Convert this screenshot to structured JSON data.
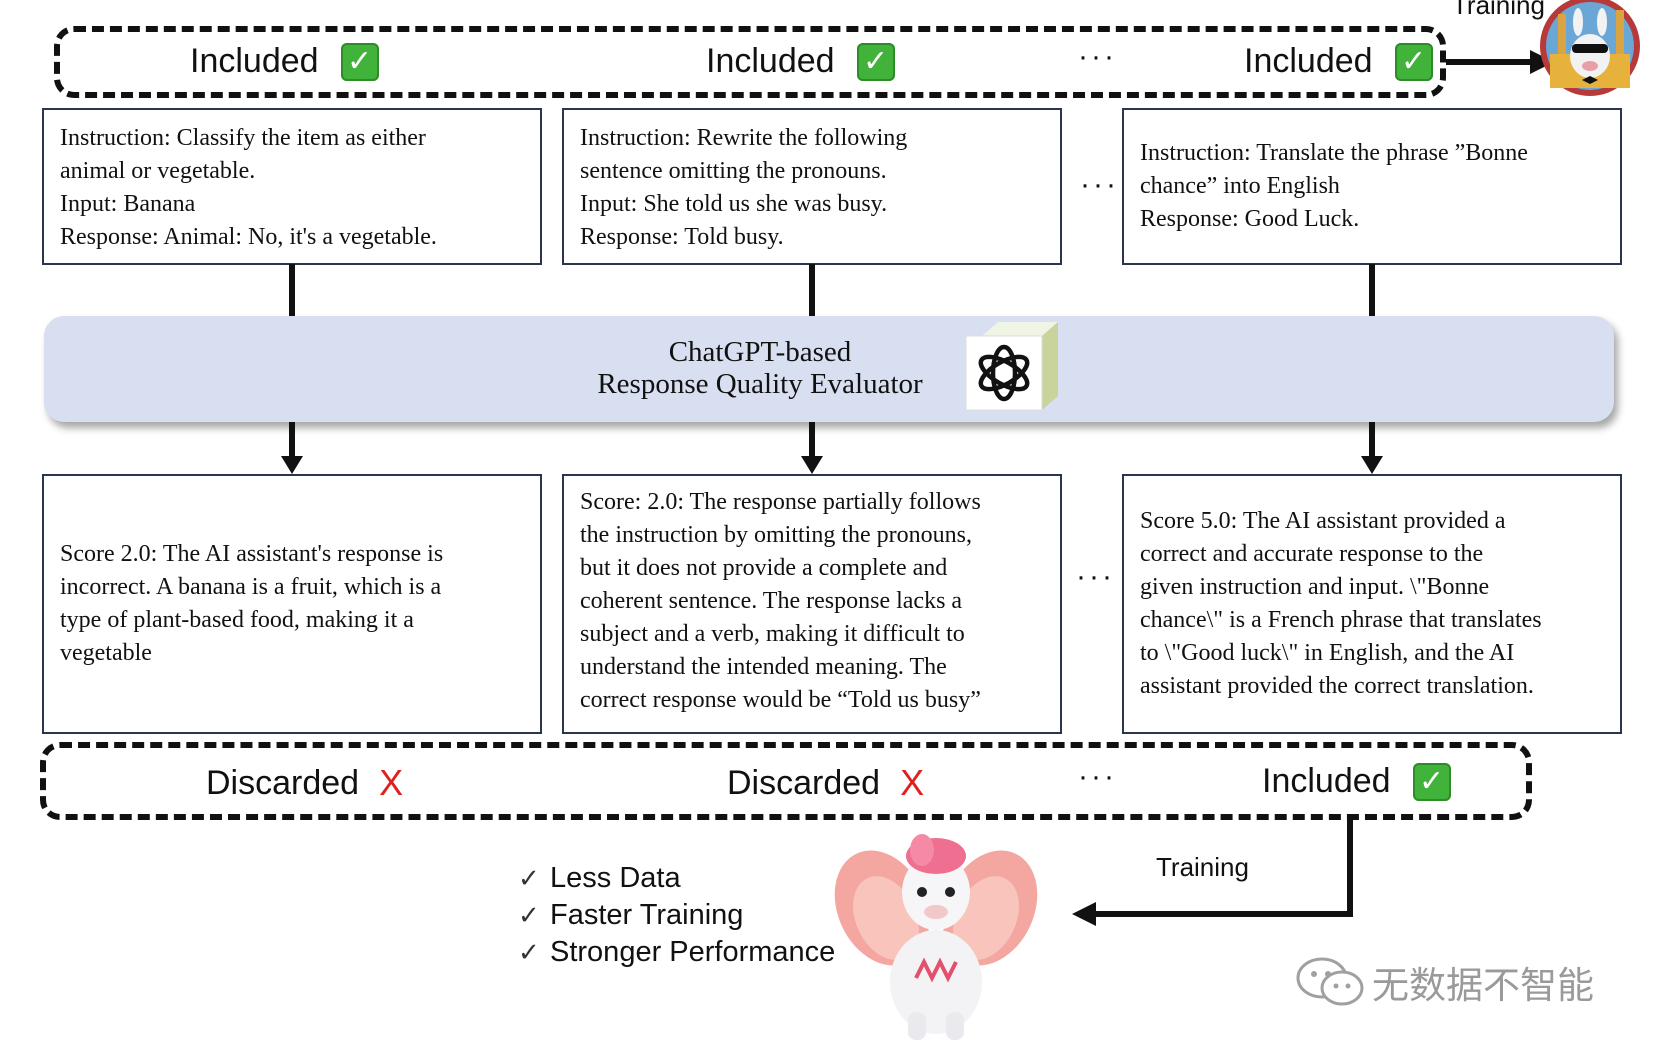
{
  "top_row": {
    "statuses": [
      {
        "label": "Included",
        "mark": "check-icon"
      },
      {
        "label": "Included",
        "mark": "check-icon"
      },
      {
        "label": "Included",
        "mark": "check-icon"
      }
    ],
    "ellipsis": "···",
    "training_label": "Training"
  },
  "examples": [
    {
      "lines": [
        "Instruction: Classify the item as either",
        "animal or vegetable.",
        "Input: Banana",
        "Response: Animal: No, it's a vegetable."
      ]
    },
    {
      "lines": [
        "Instruction: Rewrite the following",
        "sentence omitting the pronouns.",
        "Input: She told us she was busy.",
        "Response: Told busy."
      ]
    },
    {
      "lines": [
        "Instruction: Translate the phrase ”Bonne",
        "chance” into English",
        "Response: Good Luck."
      ]
    }
  ],
  "examples_ellipsis": "···",
  "evaluator": {
    "line1": "ChatGPT-based",
    "line2": "Response Quality Evaluator",
    "icon": "openai-logo-icon",
    "panel_color": "#d7dff0"
  },
  "scores": [
    {
      "lines": [
        "Score 2.0: The AI assistant's response is",
        "incorrect. A banana is a fruit, which is a",
        "type of plant-based food, making it a",
        "vegetable"
      ]
    },
    {
      "lines": [
        "Score: 2.0: The response partially follows",
        "the instruction by omitting the pronouns,",
        "but it does not provide a complete and",
        "coherent sentence. The response lacks a",
        "subject and a verb, making it difficult to",
        "understand the intended meaning. The",
        "correct response would be “Told us busy”"
      ]
    },
    {
      "lines": [
        "Score 5.0: The AI assistant provided a",
        "correct and accurate response to the",
        "given instruction and input. \\\"Bonne",
        "chance\\\" is a French phrase that translates",
        "to \\\"Good luck\\\" in English, and the AI",
        "assistant provided the correct translation."
      ]
    }
  ],
  "scores_ellipsis": "···",
  "bottom_row": {
    "statuses": [
      {
        "label": "Discarded",
        "mark": "x-icon"
      },
      {
        "label": "Discarded",
        "mark": "x-icon"
      },
      {
        "label": "Included",
        "mark": "check-icon"
      }
    ],
    "ellipsis": "···",
    "training_label": "Training"
  },
  "benefits": [
    "Less Data",
    "Faster Training",
    "Stronger Performance"
  ],
  "benefit_tick": "✓",
  "watermark": "无数据不智能",
  "colors": {
    "check": "#41b33a",
    "discard": "#e02020",
    "border": "#111111"
  }
}
